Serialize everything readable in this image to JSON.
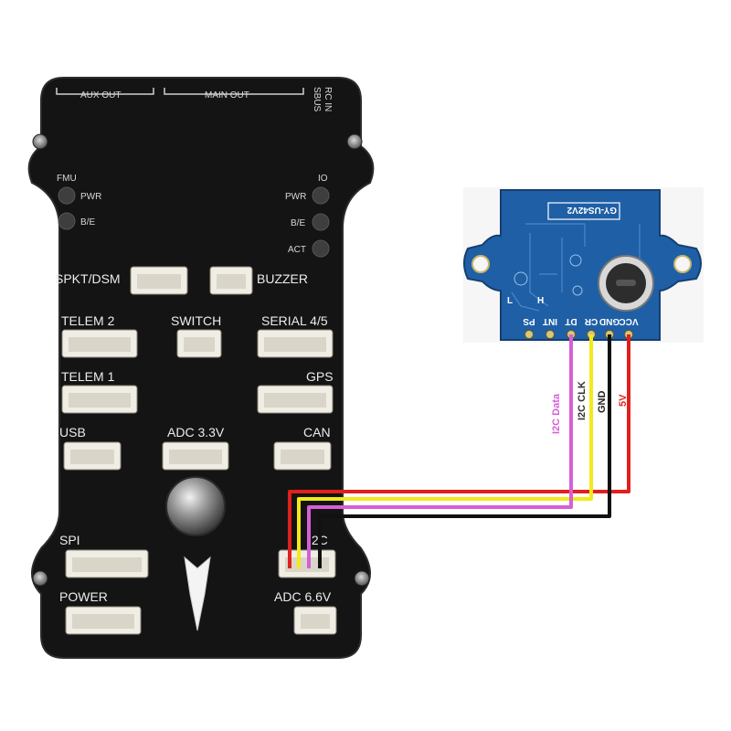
{
  "flight_controller": {
    "top_labels": {
      "aux_out": "AUX OUT",
      "main_out": "MAIN OUT",
      "sbus": "SBUS",
      "rc_in": "RC IN"
    },
    "fmu_group": {
      "title": "FMU",
      "pwr": "PWR",
      "be": "B/E"
    },
    "io_group": {
      "title": "IO",
      "pwr": "PWR",
      "be": "B/E",
      "act": "ACT"
    },
    "ports": {
      "spkt": "SPKT/DSM",
      "buzzer": "BUZZER",
      "telem2": "TELEM 2",
      "switch": "SWITCH",
      "serial45": "SERIAL 4/5",
      "telem1": "TELEM 1",
      "gps": "GPS",
      "usb": "USB",
      "adc33": "ADC 3.3V",
      "can": "CAN",
      "spi": "SPI",
      "i2c": "I2C",
      "power": "POWER",
      "adc66": "ADC 6.6V"
    }
  },
  "sensor_module": {
    "model": "GY-US42V2",
    "pins": [
      "PS",
      "INT",
      "DT",
      "CR",
      "GND",
      "VCC"
    ],
    "silk_h": "H",
    "silk_l": "L"
  },
  "wires": [
    {
      "label": "I2C Data",
      "color": "#d65fd6"
    },
    {
      "label": "I2C CLK",
      "color": "#f2ea1a"
    },
    {
      "label": "GND",
      "color": "#111111"
    },
    {
      "label": "5V",
      "color": "#e0201c"
    }
  ],
  "colors": {
    "board": "#141414",
    "connector": "#f0ede4",
    "pcb": "#1f5fa6"
  }
}
